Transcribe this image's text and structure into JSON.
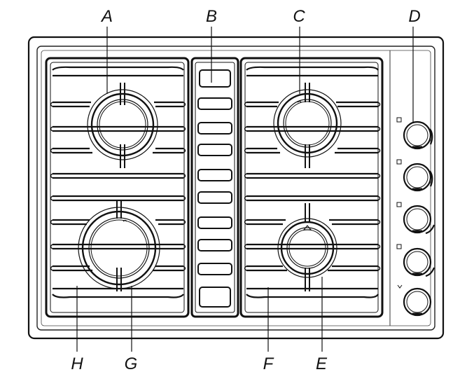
{
  "diagram": {
    "callouts": [
      {
        "id": "A",
        "label": "A"
      },
      {
        "id": "B",
        "label": "B"
      },
      {
        "id": "C",
        "label": "C"
      },
      {
        "id": "D",
        "label": "D"
      },
      {
        "id": "E",
        "label": "E"
      },
      {
        "id": "F",
        "label": "F"
      },
      {
        "id": "G",
        "label": "G"
      },
      {
        "id": "H",
        "label": "H"
      }
    ],
    "knob_count": 5
  }
}
